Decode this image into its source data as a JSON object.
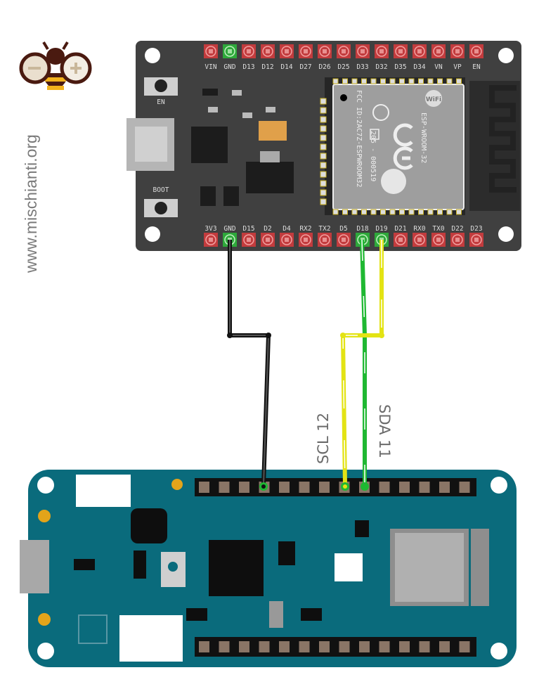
{
  "logo": {
    "site": "www.mischianti.org"
  },
  "esp32": {
    "top_pins": [
      "VIN",
      "GND",
      "D13",
      "D12",
      "D14",
      "D27",
      "D26",
      "D25",
      "D33",
      "D32",
      "D35",
      "D34",
      "VN",
      "VP",
      "EN"
    ],
    "bottom_pins": [
      "3V3",
      "GND",
      "D15",
      "D2",
      "D4",
      "RX2",
      "TX2",
      "D5",
      "D18",
      "D19",
      "D21",
      "RX0",
      "TX0",
      "D22",
      "D23"
    ],
    "top_connected": [
      "GND"
    ],
    "bottom_connected": [
      "GND",
      "D18",
      "D19"
    ],
    "buttons": {
      "en": "EN",
      "boot": "BOOT"
    },
    "module": {
      "model": "ESP-WROOM-32",
      "fcc": "FCC ID:2AC7Z-ESPWROOM32",
      "cert": "205 - 000519",
      "wifi": "WiFi"
    }
  },
  "arduino": {
    "top_header_pins": 14,
    "bottom_header_pins": 14
  },
  "labels": {
    "scl": "SCL 12",
    "sda": "SDA 11"
  },
  "colors": {
    "board": "#404040",
    "pin": "#c23b3d",
    "pin_connected": "#2ea83a",
    "mkr": "#0a6b7c",
    "wire_gnd": "#222222",
    "wire_sda": "#1fb832",
    "wire_scl": "#e3e314"
  }
}
